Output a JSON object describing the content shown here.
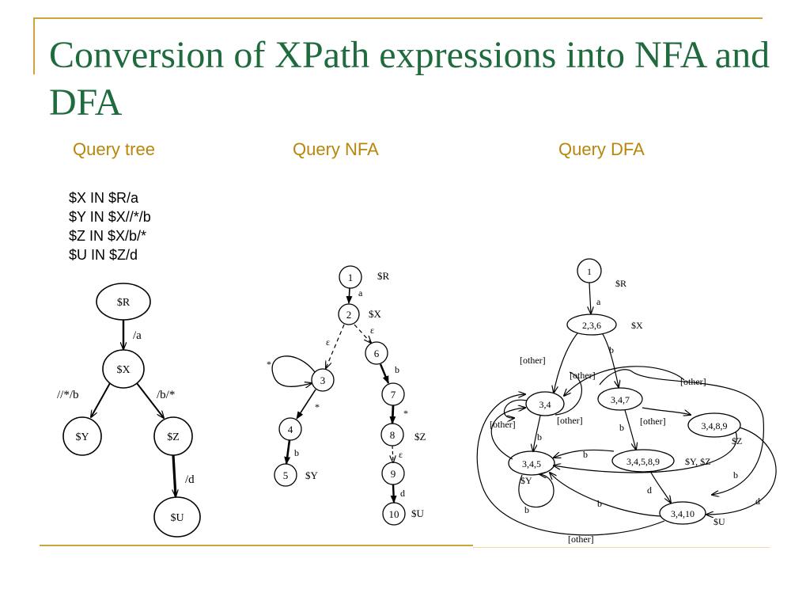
{
  "slide": {
    "title": "Conversion of XPath expressions into NFA and DFA",
    "col_heads": [
      "Query tree",
      "Query NFA",
      "Query DFA"
    ],
    "queries": [
      "$X IN $R/a",
      "$Y IN $X//*/b",
      "$Z IN $X/b/*",
      "$U IN $Z/d"
    ]
  },
  "colors": {
    "title": "#1f6b3e",
    "heading": "#b8860b",
    "accent": "#c9a53b"
  },
  "tree": {
    "nodes": [
      "$R",
      "$X",
      "$Y",
      "$Z",
      "$U"
    ],
    "edges": [
      "/a",
      "//*/b",
      "/b/*",
      "/d"
    ]
  },
  "nfa": {
    "states": [
      "1",
      "2",
      "3",
      "4",
      "5",
      "6",
      "7",
      "8",
      "9",
      "10"
    ],
    "edge_labels": [
      "a",
      "ε",
      "ε",
      "*",
      "*",
      "b",
      "b",
      "*",
      "ε",
      "d"
    ],
    "vars": [
      "$R",
      "$X",
      "$Y",
      "$Z",
      "$U"
    ]
  },
  "dfa": {
    "states": [
      "1",
      "2,3,6",
      "3,4",
      "3,4,7",
      "3,4,8,9",
      "3,4,5",
      "3,4,5,8,9",
      "3,4,10"
    ],
    "edge_labels": [
      "a",
      "b",
      "[other]",
      "[other]",
      "[other]",
      "[other]",
      "[other]",
      "[other]",
      "b",
      "b",
      "b",
      "b",
      "b",
      "b",
      "d",
      "d",
      "[other]"
    ],
    "vars": [
      "$R",
      "$X",
      "$Z",
      "$Y",
      "$Y, $Z",
      "$U"
    ]
  }
}
